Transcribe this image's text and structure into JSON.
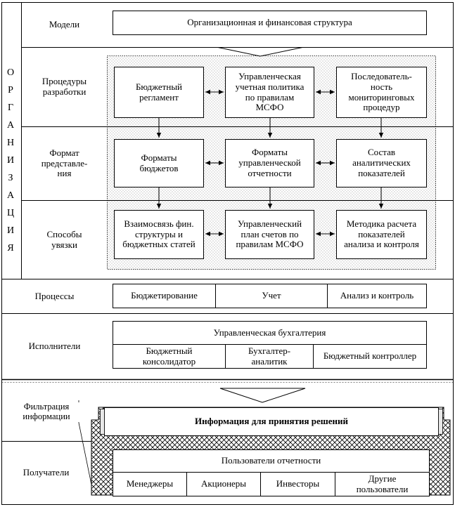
{
  "org_letters": [
    "О",
    "Р",
    "Г",
    "А",
    "Н",
    "И",
    "З",
    "А",
    "Ц",
    "И",
    "Я"
  ],
  "rows": {
    "models": "Модели",
    "procedures": "Процедуры\nразработки",
    "format": "Формат\nпредставле-\nния",
    "links": "Способы\nувязки",
    "processes": "Процессы",
    "performers": "Исполнители",
    "recipients": "Получатели"
  },
  "org_structure": "Организационная и финансовая структура",
  "grid": {
    "budget_regulation": "Бюджетный\nрегламент",
    "accounting_policy": "Управленческая\nучетная политика\nпо правилам\nМСФО",
    "monitoring": "Последователь-\nность\nмониторинговых\nпроцедур",
    "budget_formats": "Форматы\nбюджетов",
    "report_formats": "Форматы\nуправленческой\nотчетности",
    "indicators": "Состав\nаналитических\nпоказателей",
    "fin_link": "Взаимосвязь фин.\nструктуры и\nбюджетных статей",
    "chart_of_accounts": "Управленческий\nплан счетов по\nправилам МСФО",
    "methodology": "Методика расчета\nпоказателей\nанализа и контроля"
  },
  "processes": [
    "Бюджетирование",
    "Учет",
    "Анализ и контроль"
  ],
  "performers": {
    "title": "Управленческая бухгалтерия",
    "items": [
      "Бюджетный\nконсолидатор",
      "Бухгалтер-\nаналитик",
      "Бюджетный контроллер"
    ]
  },
  "filter_label": "Фильтрация\nинформации",
  "decision_info": "Информация для принятия решений",
  "users": {
    "title": "Пользователи отчетности",
    "items": [
      "Менеджеры",
      "Акционеры",
      "Инвесторы",
      "Другие\nпользователи"
    ]
  }
}
